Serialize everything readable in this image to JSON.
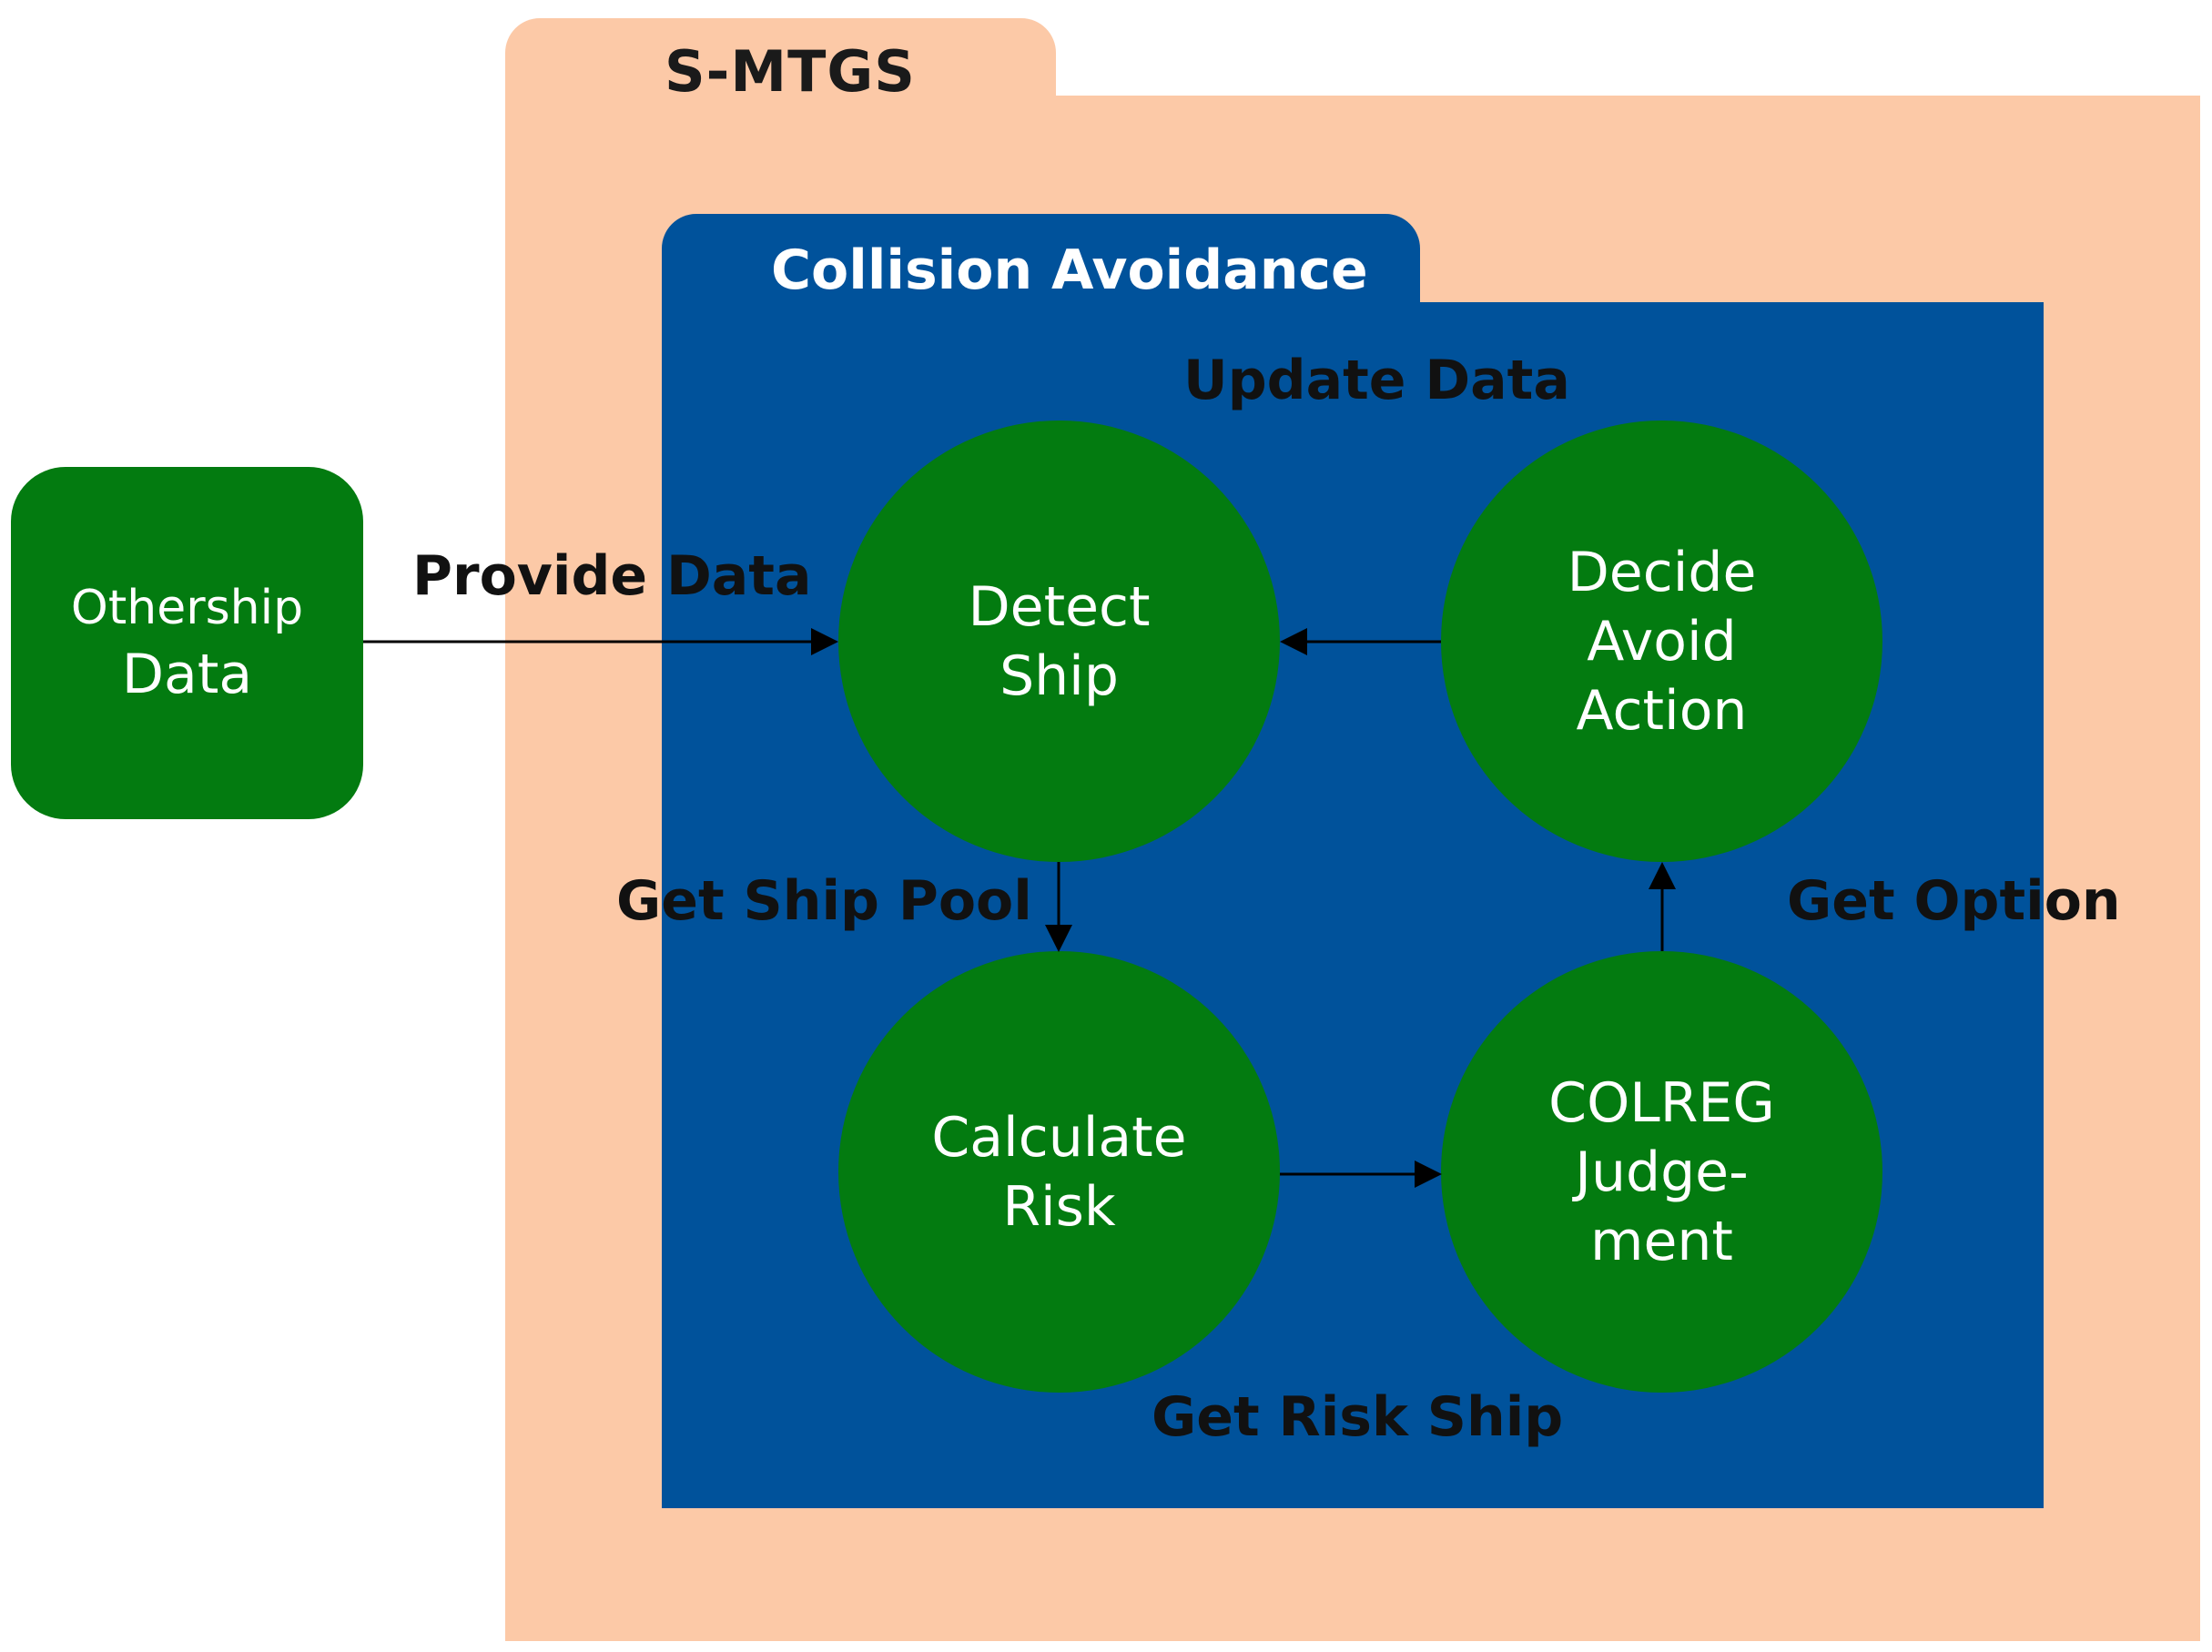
{
  "system": {
    "title": "S-MTGS"
  },
  "module": {
    "title": "Collision Avoidance"
  },
  "external": {
    "line1": "Othership",
    "line2": "Data"
  },
  "processes": {
    "detect": [
      "Detect",
      "Ship"
    ],
    "decide": [
      "Decide",
      "Avoid",
      "Action"
    ],
    "calculate": [
      "Calculate",
      "Risk"
    ],
    "colreg": [
      "COLREG",
      "Judge-",
      "ment"
    ]
  },
  "flows": {
    "provide_data": "Provide Data",
    "update_data": "Update Data",
    "get_ship_pool": "Get Ship Pool",
    "get_option": "Get Option",
    "get_risk_ship": "Get Risk Ship"
  },
  "colors": {
    "system_fill": "#fcc9a7",
    "module_fill": "#00529b",
    "process_fill": "#037b10",
    "arrow": "#000000"
  }
}
